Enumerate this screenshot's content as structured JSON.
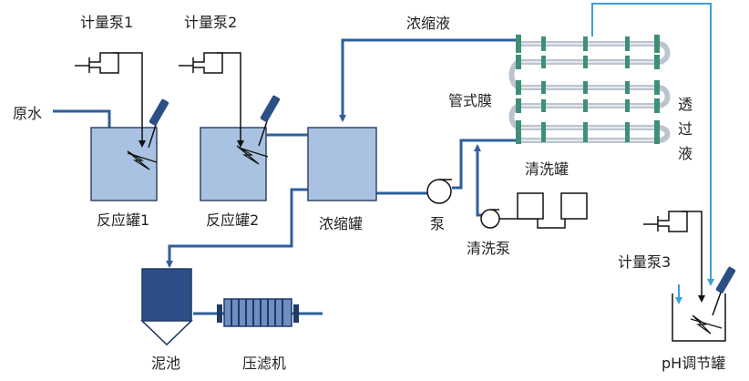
{
  "labels": {
    "meter_pump_1": "计量泵1",
    "meter_pump_2": "计量泵2",
    "meter_pump_3": "计量泵3",
    "raw_water": "原水",
    "reactor_1": "反应罐1",
    "reactor_2": "反应罐2",
    "concentrate_tank": "浓缩罐",
    "concentrate": "浓缩液",
    "tubular_membrane": "管式膜",
    "permeate_1": "透",
    "permeate_2": "过",
    "permeate_3": "液",
    "pump": "泵",
    "cleaning_tank": "清洗罐",
    "cleaning_pump": "清洗泵",
    "sludge_tank": "泥池",
    "filter_press": "压滤机",
    "ph_tank": "pH调节罐"
  },
  "colors": {
    "pipe_blue": "#2f5e9e",
    "permeate_blue": "#3aa0d8",
    "tank_fill": "#a9c2e2",
    "tank_stroke": "#33466a",
    "sludge_fill": "#2b4f86",
    "membrane_green": "#3f8f78"
  }
}
